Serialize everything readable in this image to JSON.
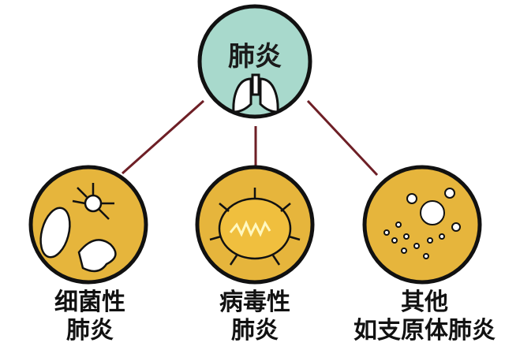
{
  "center": {
    "title": "肺炎",
    "icon": "lungs-icon",
    "fill": "#a8d9cc"
  },
  "connector_color": "#6e1f26",
  "branches": [
    {
      "line1": "细菌性",
      "line2": "肺炎",
      "icon": "bacteria-icon"
    },
    {
      "line1": "病毒性",
      "line2": "肺炎",
      "icon": "virus-icon"
    },
    {
      "line1": "其他",
      "line2": "如支原体肺炎",
      "icon": "mycoplasma-icon"
    }
  ],
  "branch_fill": "#e6b53c"
}
